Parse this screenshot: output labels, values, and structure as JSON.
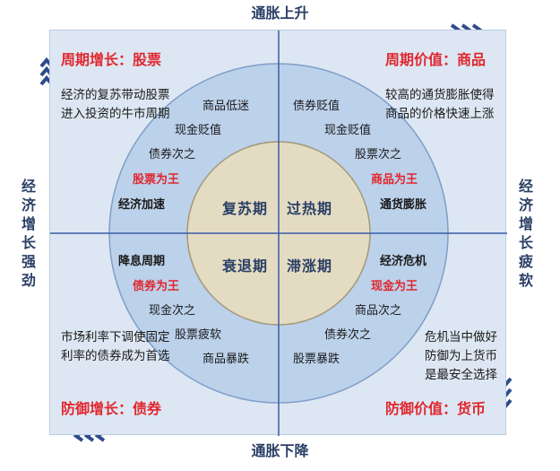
{
  "axes": {
    "top": "通胀上升",
    "bottom": "通胀下降",
    "left": "经济增长强劲",
    "right": "经济增长疲软"
  },
  "quadrants": {
    "top_left": {
      "title": "周期增长：股票",
      "text": "经济的复苏带动股票进入投资的牛市周期"
    },
    "top_right": {
      "title": "周期价值：商品",
      "text": "较高的通货膨胀使得商品的价格快速上涨"
    },
    "bottom_left": {
      "title": "防御增长：债券",
      "text": "市场利率下调使固定利率的债券成为首选"
    },
    "bottom_right": {
      "title": "防御价值：货币",
      "text": "危机当中做好防御为上货币是最安全选择"
    }
  },
  "ring": {
    "recovery": [
      "商品低迷",
      "现金贬值",
      "债券次之",
      "股票为王",
      "经济加速"
    ],
    "overheat": [
      "债券贬值",
      "现金贬值",
      "股票次之",
      "商品为王",
      "通货膨胀"
    ],
    "recession": [
      "降息周期",
      "债券为王",
      "现金次之",
      "股票疲软",
      "商品暴跌"
    ],
    "stagflation": [
      "经济危机",
      "现金为王",
      "商品次之",
      "债券次之",
      "股票暴跌"
    ]
  },
  "phases": {
    "recovery": "复苏期",
    "overheat": "过热期",
    "recession": "衰退期",
    "stagflation": "滞涨期"
  },
  "colors": {
    "board": "#dde7f3",
    "outer_circle": "#bcd1ea",
    "inner_circle": "#e4dcc2",
    "divider": "#3a5da8",
    "red": "#e0272e",
    "navy": "#2a3f66",
    "chevron": "#2d4a8a"
  },
  "icons": {
    "up": "chevron-up-icon",
    "right": "chevron-right-icon",
    "down": "chevron-down-icon",
    "left": "chevron-left-icon"
  }
}
